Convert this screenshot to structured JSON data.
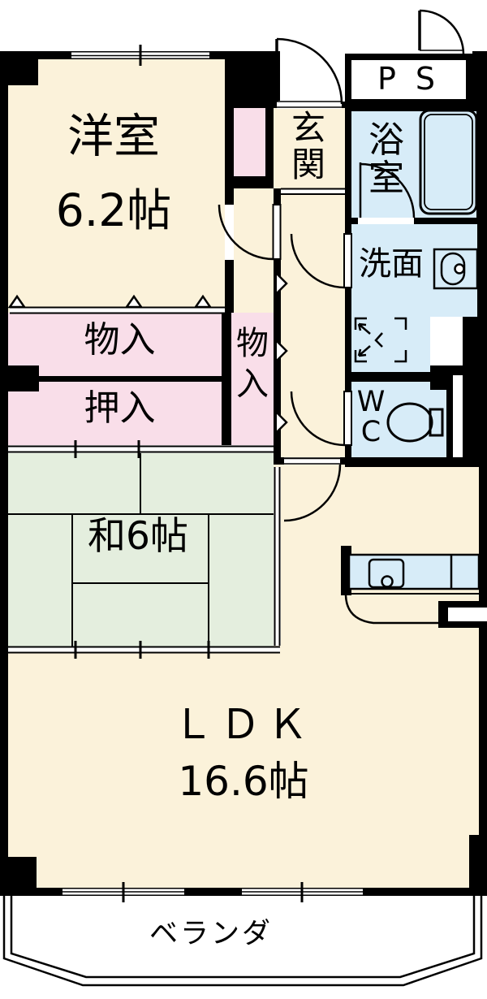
{
  "plan_type": "apartment-floor-plan",
  "rooms": {
    "western": {
      "label": "洋室",
      "size": "6.2帖"
    },
    "entrance": {
      "label": "玄関"
    },
    "pipe_space": {
      "label": "P S"
    },
    "bathroom": {
      "label": "浴室"
    },
    "washroom": {
      "label": "洗面"
    },
    "wc": {
      "label_line1": "W",
      "label_line2": "C"
    },
    "storage_upper": {
      "label": "物入"
    },
    "storage_side": {
      "label": "物入"
    },
    "closet": {
      "label": "押入"
    },
    "japanese": {
      "label": "和6帖"
    },
    "ldk": {
      "label": "ＬＤＫ",
      "size": "16.6帖"
    },
    "veranda": {
      "label": "ベランダ"
    }
  },
  "icons": [
    "bathtub-icon",
    "sink-icon",
    "toilet-icon",
    "kitchen-counter-icon",
    "kitchen-sink-icon",
    "washer-space-icon",
    "door-arc-icon",
    "window-icon",
    "closet-fold-marker-icon"
  ],
  "colors": {
    "wall": "#000000",
    "floor_cream": "#FBF2DA",
    "closet_pink": "#F9DEE9",
    "wet_blue": "#D7ECF8",
    "tatami_green": "#E4EEDE",
    "outside_white": "#FFFFFF"
  }
}
